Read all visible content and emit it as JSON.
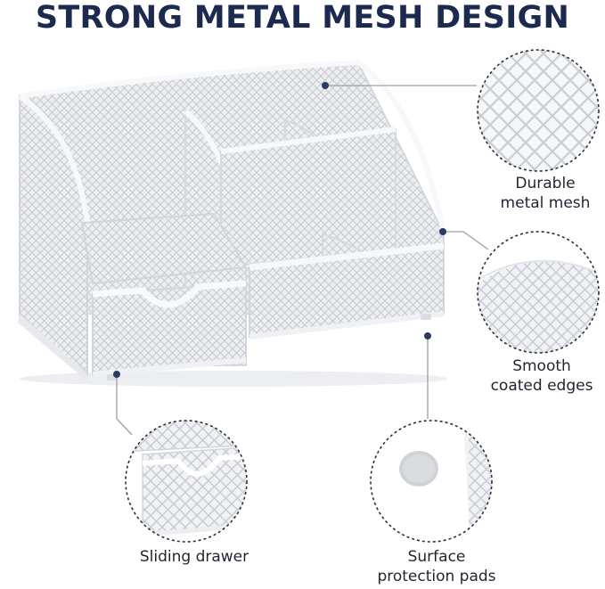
{
  "headline": "STRONG METAL MESH DESIGN",
  "colors": {
    "headline": "#1b2a4e",
    "caption": "#1f2430",
    "product": "#f2f3f5",
    "product_shadow": "#c9ccd2",
    "leader_dot": "#2a3a63"
  },
  "features": [
    {
      "id": "durable",
      "label": "Durable\nmetal mesh"
    },
    {
      "id": "edges",
      "label": "Smooth\ncoated edges"
    },
    {
      "id": "drawer",
      "label": "Sliding drawer"
    },
    {
      "id": "pads",
      "label": "Surface\nprotection pads"
    }
  ]
}
